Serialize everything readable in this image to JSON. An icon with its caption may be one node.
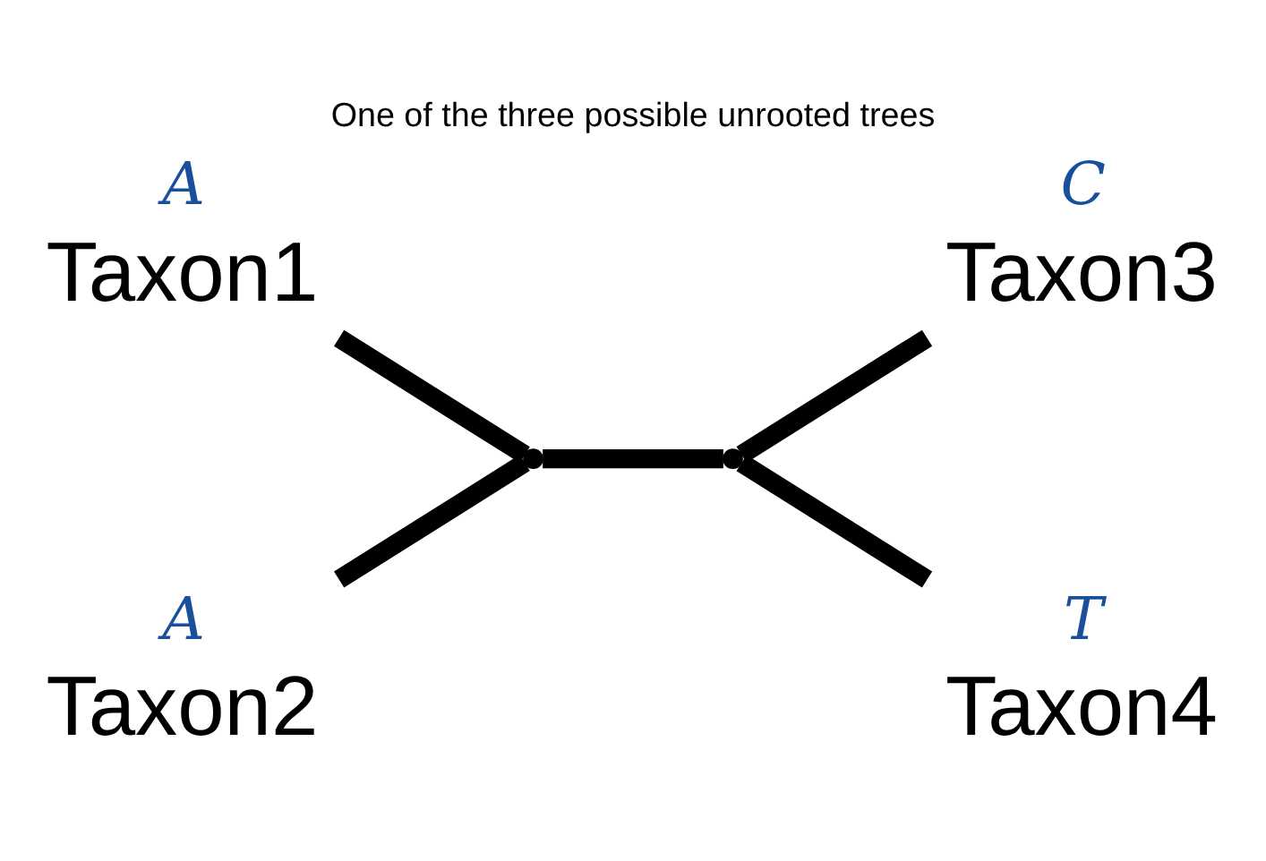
{
  "diagram": {
    "title": "One of the three possible unrooted trees",
    "nodes": [
      {
        "text": [
          "Taxon1"
        ],
        "beside": [
          "A"
        ]
      },
      {
        "text": [
          "Taxon2"
        ],
        "beside": [
          "A"
        ]
      },
      {
        "text": [
          "Taxon3"
        ],
        "beside": [
          "C"
        ]
      },
      {
        "text": [
          "Taxon4"
        ],
        "beside": [
          "T"
        ]
      },
      {
        "text": [],
        "shape": "point"
      },
      {
        "text": [],
        "shape": "point"
      }
    ],
    "edges": [
      {
        "from": 0,
        "to": 4,
        "arrow": "none"
      },
      {
        "from": 1,
        "to": 4,
        "arrow": "none"
      },
      {
        "from": 4,
        "to": 5,
        "arrow": "none"
      },
      {
        "from": 5,
        "to": 2,
        "arrow": "none"
      },
      {
        "from": 5,
        "to": 3,
        "arrow": "none"
      }
    ]
  }
}
